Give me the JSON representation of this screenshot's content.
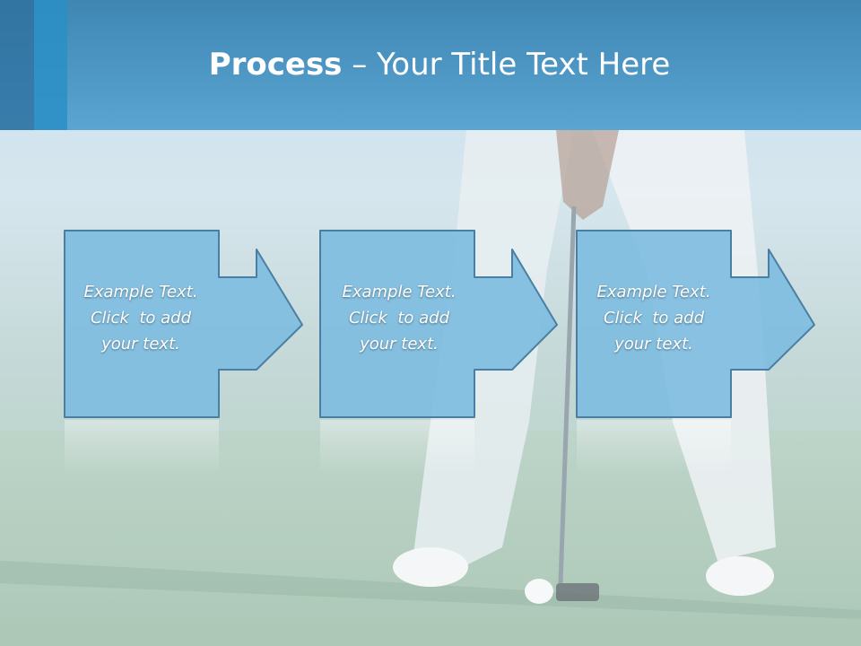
{
  "slide": {
    "title_bold": "Process",
    "title_rest": " – Your Title Text Here",
    "colors": {
      "header": "#5aa5d2",
      "box_fill": "#7fbddf",
      "box_border": "#4a7fa3"
    }
  },
  "steps": [
    {
      "lines": [
        "Example Text.",
        "Click  to add",
        "your text."
      ]
    },
    {
      "lines": [
        "Example Text.",
        "Click  to add",
        "your text."
      ]
    },
    {
      "lines": [
        "Example Text.",
        "Click  to add",
        "your text."
      ]
    }
  ]
}
